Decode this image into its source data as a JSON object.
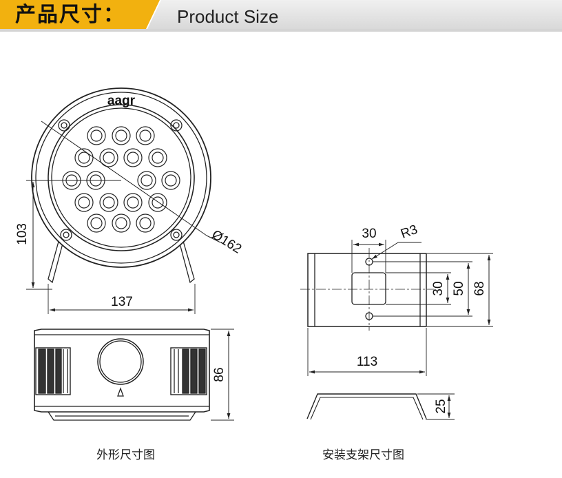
{
  "header": {
    "title_cn": "产品尺寸：",
    "title_en": "Product Size"
  },
  "front_view": {
    "brand_text": "aagr",
    "dims": {
      "height": "103",
      "diameter": "Ø162",
      "width": "137"
    }
  },
  "side_view": {
    "dims": {
      "depth": "86"
    }
  },
  "bracket_top_view": {
    "dims": {
      "hole_spacing_x": "30",
      "radius": "R3",
      "hole_spacing_y": "30",
      "slot_height": "50",
      "height": "68",
      "width": "113"
    }
  },
  "bracket_side_view": {
    "dims": {
      "height": "25"
    }
  },
  "captions": {
    "left": "外形尺寸图",
    "right": "安装支架尺寸图"
  },
  "colors": {
    "accent_yellow": "#f2b10f",
    "header_gray": "#dcdcdc",
    "line": "#222222"
  }
}
